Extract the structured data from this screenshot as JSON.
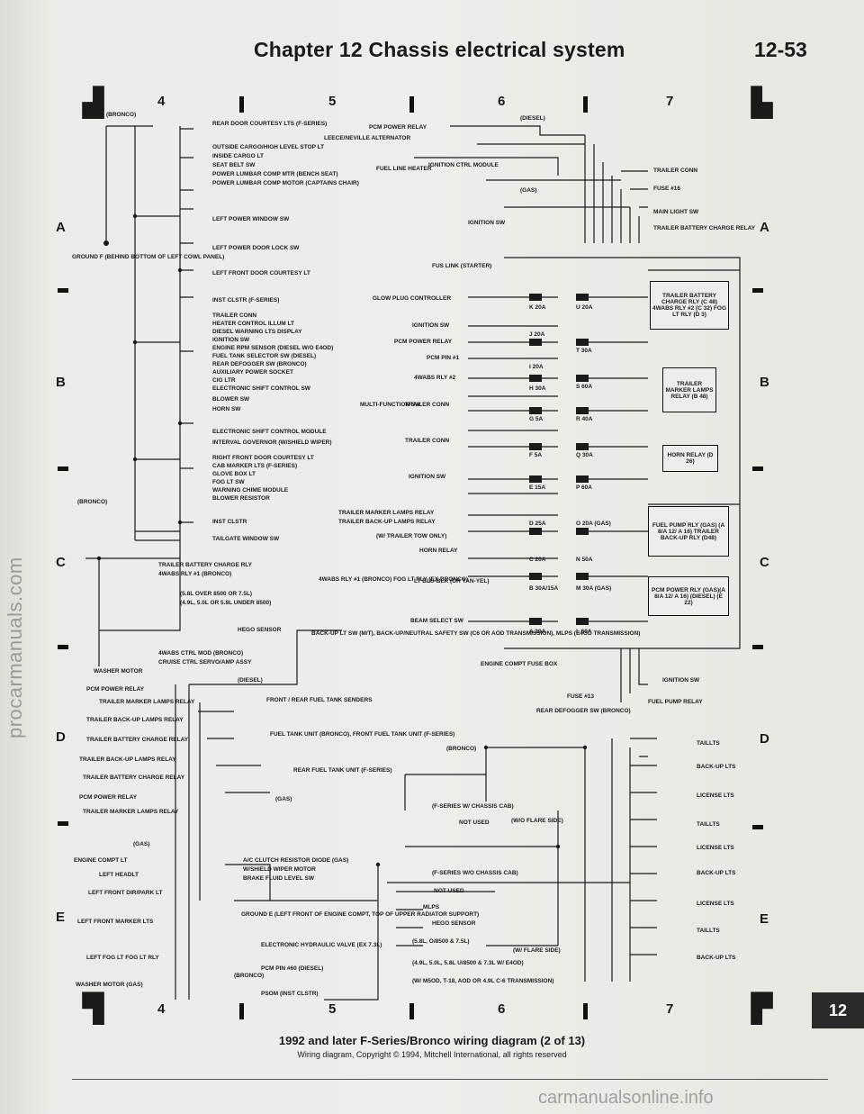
{
  "header": {
    "title": "Chapter 12  Chassis electrical system",
    "page": "12-53"
  },
  "grid": {
    "columns": [
      "4",
      "5",
      "6",
      "7"
    ],
    "rows": [
      "A",
      "B",
      "C",
      "D",
      "E"
    ]
  },
  "labels": {
    "bronco": "(BRONCO)",
    "rear_door_courtesy": "REAR DOOR COURTESY LTS (F-SERIES)",
    "outside_cargo": "OUTSIDE CARGO/HIGH LEVEL STOP LT",
    "inside_cargo": "INSIDE CARGO LT",
    "seat_belt_sw": "SEAT BELT SW",
    "power_lumbar_mtr": "POWER LUMBAR COMP MTR (BENCH SEAT)",
    "power_lumbar_comp": "POWER LUMBAR COMP MOTOR (CAPTAINS CHAIR)",
    "left_power_window": "LEFT POWER WINDOW SW",
    "left_power_door_lock": "LEFT POWER DOOR LOCK SW",
    "left_front_door_courtesy": "LEFT FRONT DOOR COURTESY LT",
    "ground_f": "GROUND F (BEHIND BOTTOM OF LEFT COWL PANEL)",
    "inst_clstr": "INST CLSTR (F-SERIES)",
    "trailer_conn": "TRAILER CONN",
    "heater_control_illum": "HEATER CONTROL ILLUM LT",
    "diesel_warning": "DIESEL WARNING LTS DISPLAY",
    "ignition_sw": "IGNITION SW",
    "engine_rpm_sensor": "ENGINE RPM SENSOR (DIESEL W/O E4OD)",
    "fuel_tank_selector": "FUEL TANK SELECTOR SW (DIESEL)",
    "rear_defogger_sw": "REAR DEFOGGER SW (BRONCO)",
    "auxiliary_power_socket": "AUXILIARY POWER SOCKET",
    "cig_ltr": "CIG LTR",
    "electronic_shift_control_sw": "ELECTRONIC SHIFT CONTROL SW",
    "blower_sw": "BLOWER SW",
    "horn_sw": "HORN SW",
    "electronic_shift_control_module": "ELECTRONIC SHIFT CONTROL MODULE",
    "interval_governor": "INTERVAL GOVERNOR (W/SHIELD WIPER)",
    "right_front_door_courtesy": "RIGHT FRONT DOOR COURTESY LT",
    "cab_marker_lts": "CAB MARKER LTS (F-SERIES)",
    "glove_box_lt": "GLOVE BOX LT",
    "fog_lt_sw": "FOG LT SW",
    "warning_chime_module": "WARNING CHIME MODULE",
    "blower_resistor": "BLOWER RESISTOR",
    "inst_clstr_2": "INST CLSTR",
    "tailgate_window_sw": "TAILGATE WINDOW SW",
    "trailer_battery_charge_rly": "TRAILER BATTERY CHARGE RLY",
    "wabs_rly_1": "4WABS RLY #1 (BRONCO)",
    "engine_5_8": "(5.8L OVER 8500 OR 7.5L)",
    "engine_4_9": "(4.9L, 5.0L OR 5.8L UNDER 8500)",
    "hego_sensor": "HEGO SENSOR",
    "backup_lt_sw": "BACK-UP LT SW (M/T), BACK-UP/NEUTRAL SAFETY SW (C6 OR AOD TRANSMISSION), MLPS (E4OD TRANSMISSION)",
    "wabs_ctrl_mod": "4WABS CTRL MOD (BRONCO)",
    "cruise_ctrl": "CRUISE CTRL SERVO/AMP ASSY",
    "washer_motor": "WASHER MOTOR",
    "pcm_power_relay": "PCM POWER RELAY",
    "trailer_marker_lamps_relay": "TRAILER MARKER LAMPS RELAY",
    "trailer_backup_lamps_relay": "TRAILER BACK-UP LAMPS RELAY",
    "trailer_battery_charge_relay": "TRAILER BATTERY CHARGE RELAY",
    "gas": "(GAS)",
    "engine_compt_lt": "ENGINE COMPT LT",
    "left_headlt": "LEFT HEADLT",
    "left_front_dir_park": "LEFT FRONT DIR/PARK LT",
    "left_front_marker_lts": "LEFT FRONT MARKER LTS",
    "left_fog_lt": "LEFT FOG LT FOG LT RLY",
    "washer_motor_gas": "WASHER MOTOR (GAS)",
    "diesel": "(DIESEL)",
    "fuel_tank_senders": "FRONT / REAR  FUEL TANK SENDERS",
    "fuel_tank_unit": "FUEL TANK UNIT (BRONCO), FRONT FUEL TANK UNIT (F-SERIES)",
    "rear_fuel_tank_unit": "REAR FUEL TANK UNIT (F-SERIES)",
    "ac_clutch_diode": "A/C CLUTCH RESISTOR DIODE (GAS)",
    "wshield_wiper_motor": "W/SHIELD WIPER MOTOR",
    "brake_fluid_level_sw": "BRAKE FLUID LEVEL SW",
    "ground_e": "GROUND E (LEFT FRONT OF ENGINE COMPT, TOP OF UPPER RADIATOR SUPPORT)",
    "electronic_hydraulic_valve": "ELECTRONIC HYDRAULIC VALVE (EX 7.3L)",
    "pcm_pin_60": "PCM PIN #60 (DIESEL)",
    "psom": "PSOM (INST CLSTR)",
    "leece_neville": "LEECE/NEVILLE ALTERNATOR",
    "fuel_line_heater": "FUEL LINE HEATER",
    "ignition_ctrl_module": "IGNITION CTRL MODULE",
    "fus_link": "FUS LINK (STARTER)",
    "glow_plug_controller": "GLOW PLUG CONTROLLER",
    "pcm_pin_1": "PCM PIN #1",
    "wabs_rly_2": "4WABS RLY #2",
    "multi_function_sw": "MULTI-FUNCTION SW",
    "trailer_tow_only": "(W/ TRAILER TOW ONLY)",
    "horn_relay": "HORN RELAY",
    "wabs_rly_1_bronco": "4WABS RLY #1 (BRONCO) FOG LT RLY (EX BRONCO)",
    "lt_blu_blk": "LT BLU-BLK (OR TAN-YEL)",
    "beam_select_sw": "BEAM SELECT SW",
    "engine_compt_fuse_box": "ENGINE COMPT FUSE BOX",
    "fuse_13": "FUSE #13",
    "rear_defogger_sw_bronco": "REAR DEFOGGER SW (BRONCO)",
    "f_series_w_chassis_cab": "(F-SERIES W/ CHASSIS CAB)",
    "not_used": "NOT USED",
    "wo_flare_side": "(W/O FLARE SIDE)",
    "f_series_wo_chassis_cab": "(F-SERIES W/O CHASSIS CAB)",
    "mlps": "MLPS",
    "engine_5_8_2": "(5.8L, O/8500 & 7.5L)",
    "w_flare_side": "(W/ FLARE SIDE)",
    "engine_4_9_2": "(4.9L, 5.0L, 5.8L U/8500 & 7.3L W/ E4OD)",
    "m5od": "(W/ M5OD, T-18, AOD OR 4.9L C-6 TRANSMISSION)",
    "fuse_16": "FUSE #16",
    "main_light_sw": "MAIN LIGHT SW",
    "fuel_pump_relay": "FUEL PUMP RELAY",
    "taillts": "TAILLTS",
    "backup_lts": "BACK-UP LTS",
    "license_lts": "LICENSE LTS"
  },
  "fuses": [
    "K 20A",
    "U 20A",
    "J 20A",
    "T 30A",
    "I 20A",
    "S 60A",
    "H 30A",
    "G 5A",
    "R 40A",
    "F 5A",
    "Q 30A",
    "E 15A",
    "P 60A",
    "D 25A",
    "O 20A (GAS)",
    "C 20A",
    "N 50A",
    "B 30A/15A",
    "M 30A (GAS)",
    "A 20A",
    "L 60A"
  ],
  "relays": [
    "TRAILER BATTERY CHARGE RLY (C 48) 4WABS RLY #2 (C 32) FOG LT RLY (D 3)",
    "TRAILER MARKER LAMPS RELAY (B 48)",
    "HORN RELAY (D 26)",
    "FUEL PUMP RLY (GAS) (A 8/A 12/ A 16) TRAILER BACK-UP RLY (D48)",
    "PCM POWER RLY (GAS)(A 8/A 12/ A 16) (DIESEL) (E 22)"
  ],
  "caption": {
    "title": "1992 and later F-Series/Bronco wiring diagram (2 of 13)",
    "copyright": "Wiring diagram, Copyright © 1994, Mitchell International, all rights reserved"
  },
  "chapter_tab": "12",
  "watermarks": {
    "left": "procarmanuals.com",
    "bottom": "carmanualsonline.info"
  }
}
